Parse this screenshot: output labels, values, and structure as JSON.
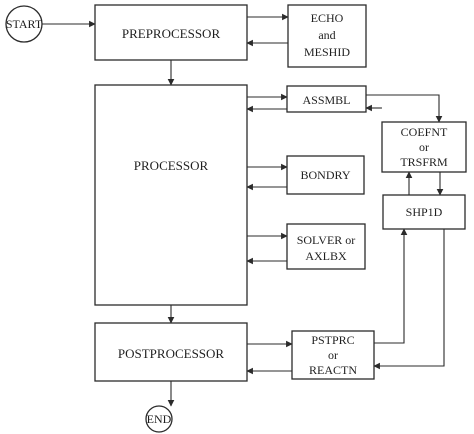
{
  "diagram": {
    "nodes": {
      "start": {
        "label": "START"
      },
      "end": {
        "label": "END"
      },
      "preprocessor": {
        "label": "PREPROCESSOR"
      },
      "processor": {
        "label": "PROCESSOR"
      },
      "postprocessor": {
        "label": "POSTPROCESSOR"
      },
      "echo": {
        "line1": "ECHO",
        "line2": "and",
        "line3": "MESHID"
      },
      "assmbl": {
        "label": "ASSMBL"
      },
      "bondry": {
        "label": "BONDRY"
      },
      "solver": {
        "line1": "SOLVER or",
        "line2": "AXLBX"
      },
      "coefnt": {
        "line1": "COEFNT",
        "line2": "or",
        "line3": "TRSFRM"
      },
      "shp1d": {
        "label": "SHP1D"
      },
      "pstprc": {
        "line1": "PSTPRC",
        "line2": "or",
        "line3": "REACTN"
      }
    },
    "colors": {
      "line": "#2b2b2b",
      "text": "#1f1f1f",
      "background": "#ffffff"
    }
  }
}
